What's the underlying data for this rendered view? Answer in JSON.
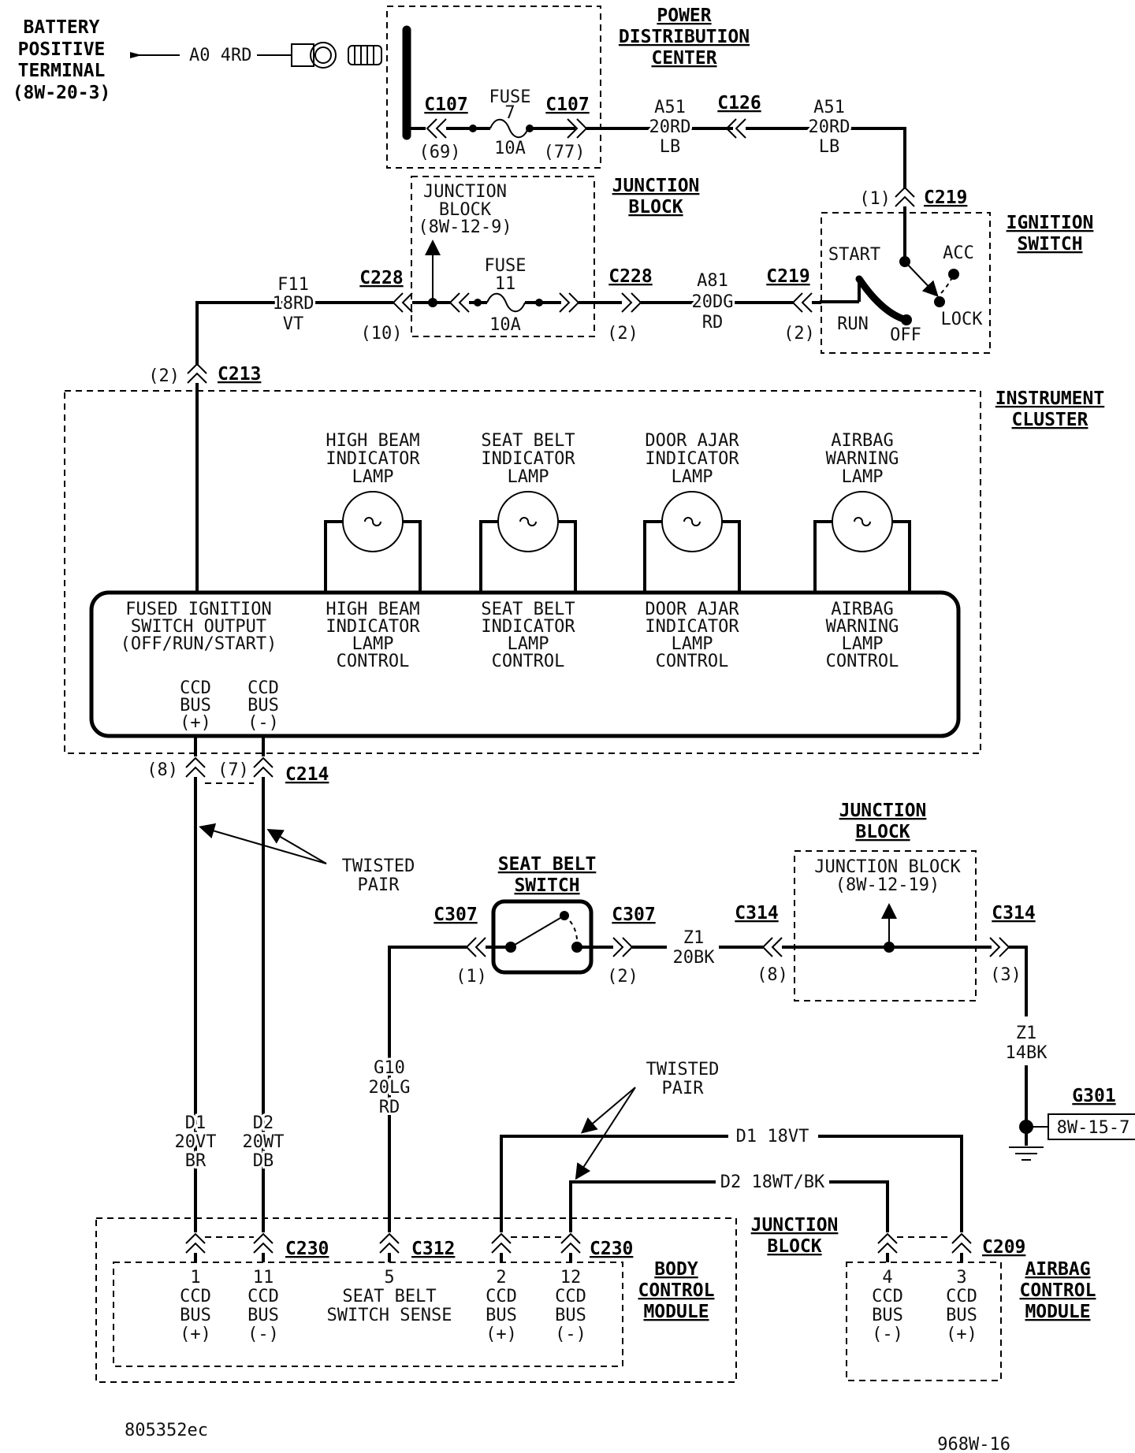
{
  "battery": {
    "line1": "BATTERY",
    "line2": "POSITIVE",
    "line3": "TERMINAL",
    "line4": "(8W-20-3)",
    "wire": "A0 4RD"
  },
  "pdc": {
    "title1": "POWER",
    "title2": "DISTRIBUTION",
    "title3": "CENTER",
    "conn_left": "C107",
    "conn_right": "C107",
    "pin_left": "(69)",
    "pin_right": "(77)",
    "fuse_label": "FUSE",
    "fuse_num": "7",
    "fuse_amp": "10A"
  },
  "wire_a51_left": {
    "id": "A51",
    "gauge": "20RD",
    "tracer": "LB"
  },
  "wire_a51_right": {
    "id": "A51",
    "gauge": "20RD",
    "tracer": "LB"
  },
  "c126": "C126",
  "ignition": {
    "title1": "IGNITION",
    "title2": "SWITCH",
    "conn": "C219",
    "pin_top": "(1)",
    "start": "START",
    "acc": "ACC",
    "run": "RUN",
    "off": "OFF",
    "lock": "LOCK",
    "pin_bottom": "(2)",
    "conn_bottom": "C219"
  },
  "junction_block_top": {
    "title1": "JUNCTION",
    "title2": "BLOCK",
    "inner1": "JUNCTION",
    "inner2": "BLOCK",
    "inner3": "(8W-12-9)",
    "conn_left": "C228",
    "conn_right": "C228",
    "pin_left": "(10)",
    "pin_right": "(2)",
    "fuse_label": "FUSE",
    "fuse_num": "11",
    "fuse_amp": "10A"
  },
  "wire_a81": {
    "id": "A81",
    "gauge": "20DG",
    "tracer": "RD"
  },
  "wire_f11": {
    "id": "F11",
    "gauge": "18RD",
    "tracer": "VT"
  },
  "c213": {
    "pin": "(2)",
    "name": "C213"
  },
  "cluster": {
    "title1": "INSTRUMENT",
    "title2": "CLUSTER",
    "lamps": [
      {
        "l1": "HIGH BEAM",
        "l2": "INDICATOR",
        "l3": "LAMP",
        "c1": "HIGH BEAM",
        "c2": "INDICATOR",
        "c3": "LAMP",
        "c4": "CONTROL"
      },
      {
        "l1": "SEAT BELT",
        "l2": "INDICATOR",
        "l3": "LAMP",
        "c1": "SEAT BELT",
        "c2": "INDICATOR",
        "c3": "LAMP",
        "c4": "CONTROL"
      },
      {
        "l1": "DOOR AJAR",
        "l2": "INDICATOR",
        "l3": "LAMP",
        "c1": "DOOR AJAR",
        "c2": "INDICATOR",
        "c3": "LAMP",
        "c4": "CONTROL"
      },
      {
        "l1": "AIRBAG",
        "l2": "WARNING",
        "l3": "LAMP",
        "c1": "AIRBAG",
        "c2": "WARNING",
        "c3": "LAMP",
        "c4": "CONTROL"
      }
    ],
    "fused1": "FUSED IGNITION",
    "fused2": "SWITCH OUTPUT",
    "fused3": "(OFF/RUN/START)",
    "ccd_plus1": "CCD",
    "ccd_plus2": "BUS",
    "ccd_plus3": "(+)",
    "ccd_minus1": "CCD",
    "ccd_minus2": "BUS",
    "ccd_minus3": "(-)"
  },
  "c214": {
    "pin_left": "(8)",
    "pin_right": "(7)",
    "name": "C214"
  },
  "twisted_pair_1": {
    "l1": "TWISTED",
    "l2": "PAIR"
  },
  "twisted_pair_2": {
    "l1": "TWISTED",
    "l2": "PAIR"
  },
  "seat_belt_switch": {
    "title1": "SEAT BELT",
    "title2": "SWITCH",
    "conn_left": "C307",
    "conn_right": "C307",
    "pin_left": "(1)",
    "pin_right": "(2)"
  },
  "wire_z1_20": {
    "id": "Z1",
    "gauge": "20BK"
  },
  "junction_block_mid": {
    "title1": "JUNCTION",
    "title2": "BLOCK",
    "inner1": "JUNCTION BLOCK",
    "inner2": "(8W-12-19)",
    "conn_left": "C314",
    "conn_right": "C314",
    "pin_left": "(8)",
    "pin_right": "(3)"
  },
  "wire_z1_14": {
    "id": "Z1",
    "gauge": "14BK"
  },
  "ground": {
    "name": "G301",
    "ref": "8W-15-7"
  },
  "wire_g10": {
    "id": "G10",
    "gauge": "20LG",
    "tracer": "RD"
  },
  "wire_d1_left": {
    "id": "D1",
    "gauge": "20VT",
    "tracer": "BR"
  },
  "wire_d2_left": {
    "id": "D2",
    "gauge": "20WT",
    "tracer": "DB"
  },
  "wire_d1_right": "D1 18VT",
  "wire_d2_right": "D2 18WT/BK",
  "bcm": {
    "jb1": "JUNCTION",
    "jb2": "BLOCK",
    "title1": "BODY",
    "title2": "CONTROL",
    "title3": "MODULE",
    "conn_left": "C230",
    "conn_mid": "C312",
    "conn_right": "C230",
    "pins": [
      {
        "num": "1",
        "l1": "CCD",
        "l2": "BUS",
        "l3": "(+)"
      },
      {
        "num": "11",
        "l1": "CCD",
        "l2": "BUS",
        "l3": "(-)"
      },
      {
        "num": "5",
        "l1": "SEAT BELT",
        "l2": "SWITCH SENSE",
        "l3": ""
      },
      {
        "num": "2",
        "l1": "CCD",
        "l2": "BUS",
        "l3": "(+)"
      },
      {
        "num": "12",
        "l1": "CCD",
        "l2": "BUS",
        "l3": "(-)"
      }
    ]
  },
  "acm": {
    "title1": "AIRBAG",
    "title2": "CONTROL",
    "title3": "MODULE",
    "conn": "C209",
    "pins": [
      {
        "num": "4",
        "l1": "CCD",
        "l2": "BUS",
        "l3": "(-)"
      },
      {
        "num": "3",
        "l1": "CCD",
        "l2": "BUS",
        "l3": "(+)"
      }
    ]
  },
  "footer": {
    "left": "805352ec",
    "right": "968W-16"
  }
}
